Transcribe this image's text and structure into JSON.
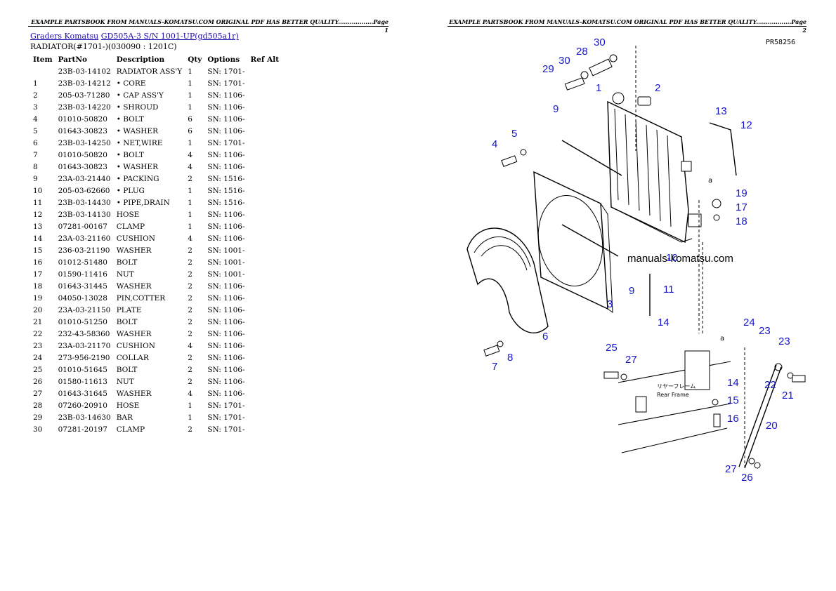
{
  "header": {
    "page1": "EXAMPLE PARTSBOOK FROM MANUALS-KOMATSU.COM ORIGINAL PDF HAS BETTER QUALITY..................Page 1",
    "page2": "EXAMPLE PARTSBOOK FROM MANUALS-KOMATSU.COM ORIGINAL PDF HAS BETTER QUALITY..................Page 2"
  },
  "breadcrumb": {
    "link1": "Graders Komatsu",
    "link2": "GD505A-3 S/N 1001-UP(gd505a1r)"
  },
  "section_title": "RADIATOR(#1701-)(030090 : 1201C)",
  "table": {
    "headers": [
      "Item",
      "PartNo",
      "Description",
      "Qty",
      "Options",
      "Ref Alt"
    ],
    "rows": [
      [
        "",
        "23B-03-14102",
        "RADIATOR ASS'Y",
        "1",
        "SN: 1701-",
        ""
      ],
      [
        "1",
        "23B-03-14212",
        "• CORE",
        "1",
        "SN: 1701-",
        ""
      ],
      [
        "2",
        "205-03-71280",
        "• CAP ASS'Y",
        "1",
        "SN: 1106-",
        ""
      ],
      [
        "3",
        "23B-03-14220",
        "• SHROUD",
        "1",
        "SN: 1106-",
        ""
      ],
      [
        "4",
        "01010-50820",
        "• BOLT",
        "6",
        "SN: 1106-",
        ""
      ],
      [
        "5",
        "01643-30823",
        "• WASHER",
        "6",
        "SN: 1106-",
        ""
      ],
      [
        "6",
        "23B-03-14250",
        "• NET,WIRE",
        "1",
        "SN: 1701-",
        ""
      ],
      [
        "7",
        "01010-50820",
        "• BOLT",
        "4",
        "SN: 1106-",
        ""
      ],
      [
        "8",
        "01643-30823",
        "• WASHER",
        "4",
        "SN: 1106-",
        ""
      ],
      [
        "9",
        "23A-03-21440",
        "• PACKING",
        "2",
        "SN: 1516-",
        ""
      ],
      [
        "10",
        "205-03-62660",
        "• PLUG",
        "1",
        "SN: 1516-",
        ""
      ],
      [
        "11",
        "23B-03-14430",
        "• PIPE,DRAIN",
        "1",
        "SN: 1516-",
        ""
      ],
      [
        "12",
        "23B-03-14130",
        "HOSE",
        "1",
        "SN: 1106-",
        ""
      ],
      [
        "13",
        "07281-00167",
        "CLAMP",
        "1",
        "SN: 1106-",
        ""
      ],
      [
        "14",
        "23A-03-21160",
        "CUSHION",
        "4",
        "SN: 1106-",
        ""
      ],
      [
        "15",
        "236-03-21190",
        "WASHER",
        "2",
        "SN: 1001-",
        ""
      ],
      [
        "16",
        "01012-51480",
        "BOLT",
        "2",
        "SN: 1001-",
        ""
      ],
      [
        "17",
        "01590-11416",
        "NUT",
        "2",
        "SN: 1001-",
        ""
      ],
      [
        "18",
        "01643-31445",
        "WASHER",
        "2",
        "SN: 1106-",
        ""
      ],
      [
        "19",
        "04050-13028",
        "PIN,COTTER",
        "2",
        "SN: 1106-",
        ""
      ],
      [
        "20",
        "23A-03-21150",
        "PLATE",
        "2",
        "SN: 1106-",
        ""
      ],
      [
        "21",
        "01010-51250",
        "BOLT",
        "2",
        "SN: 1106-",
        ""
      ],
      [
        "22",
        "232-43-58360",
        "WASHER",
        "2",
        "SN: 1106-",
        ""
      ],
      [
        "23",
        "23A-03-21170",
        "CUSHION",
        "4",
        "SN: 1106-",
        ""
      ],
      [
        "24",
        "273-956-2190",
        "COLLAR",
        "2",
        "SN: 1106-",
        ""
      ],
      [
        "25",
        "01010-51645",
        "BOLT",
        "2",
        "SN: 1106-",
        ""
      ],
      [
        "26",
        "01580-11613",
        "NUT",
        "2",
        "SN: 1106-",
        ""
      ],
      [
        "27",
        "01643-31645",
        "WASHER",
        "4",
        "SN: 1106-",
        ""
      ],
      [
        "28",
        "07260-20910",
        "HOSE",
        "1",
        "SN: 1701-",
        ""
      ],
      [
        "29",
        "23B-03-14630",
        "BAR",
        "1",
        "SN: 1701-",
        ""
      ],
      [
        "30",
        "07281-20197",
        "CLAMP",
        "2",
        "SN: 1701-",
        ""
      ]
    ]
  },
  "diagram": {
    "drawing_no": "PR58256",
    "watermark": "manuals-komatsu.com",
    "frame_label_jp": "リヤーフレーム",
    "frame_label_en": "Rear Frame",
    "ref_mark": "a",
    "callouts": [
      "30",
      "28",
      "30",
      "29",
      "1",
      "2",
      "9",
      "13",
      "12",
      "5",
      "4",
      "19",
      "17",
      "18",
      "10",
      "11",
      "9",
      "3",
      "6",
      "14",
      "24",
      "23",
      "23",
      "25",
      "27",
      "14",
      "22",
      "21",
      "15",
      "16",
      "20",
      "7",
      "8",
      "27",
      "26"
    ]
  }
}
